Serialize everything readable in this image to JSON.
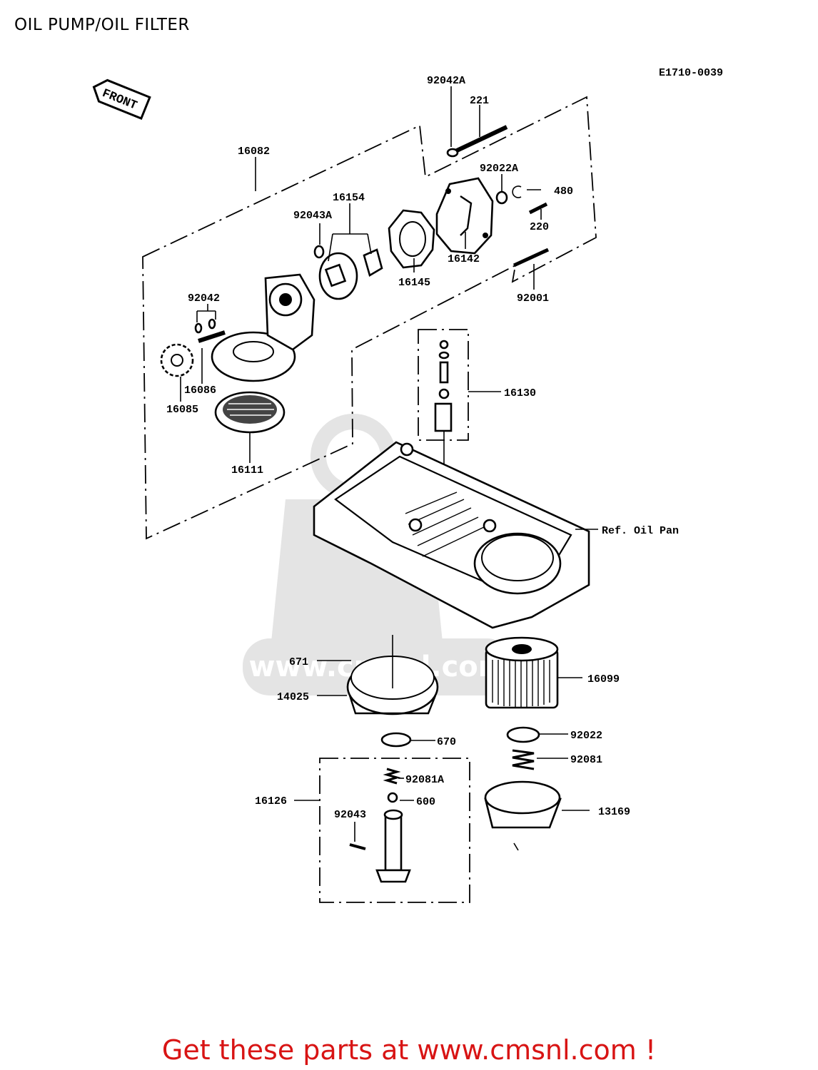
{
  "page": {
    "title": "OIL PUMP/OIL FILTER"
  },
  "diagram": {
    "ref_code": "E1710-0039",
    "front_arrow_label": "FRONT",
    "watermark": "www.cmsnl.com",
    "part_labels": {
      "p92042A": "92042A",
      "p221": "221",
      "p16082": "16082",
      "p92022A": "92022A",
      "p480": "480",
      "p16154": "16154",
      "p92043A": "92043A",
      "p220": "220",
      "p16142": "16142",
      "p16145": "16145",
      "p92001": "92001",
      "p92042": "92042",
      "p16086": "16086",
      "p16085": "16085",
      "p16130": "16130",
      "p16111": "16111",
      "ref_oil_pan": "Ref. Oil Pan",
      "p671": "671",
      "p16099": "16099",
      "p14025": "14025",
      "p670": "670",
      "p92022": "92022",
      "p92081": "92081",
      "p92081A": "92081A",
      "p16126": "16126",
      "p600": "600",
      "p13169": "13169",
      "p92043": "92043"
    }
  },
  "footer": {
    "link_text": "Get these parts at www.cmsnl.com !"
  }
}
